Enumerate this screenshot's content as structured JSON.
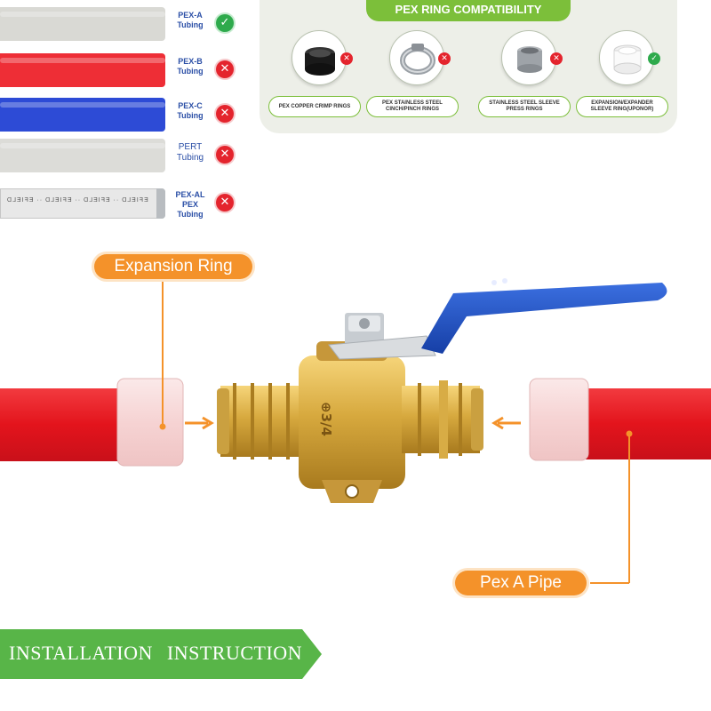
{
  "tubing": [
    {
      "label": "PEX-A Tubing",
      "color": "#d9d9d4",
      "status": "✓",
      "compatible": true
    },
    {
      "label": "PEX-B Tubing",
      "color": "#ee2e36",
      "status": "✕",
      "compatible": false
    },
    {
      "label": "PEX-C Tubing",
      "color": "#2d4bd6",
      "status": "✕",
      "compatible": false
    },
    {
      "label": "PERT Tubing",
      "color": "#dcdcd8",
      "status": "✕",
      "compatible": false
    },
    {
      "label": "PEX-AL PEX Tubing",
      "color": "#e6e6e6",
      "status": "✕",
      "compatible": false
    }
  ],
  "tube_print": "EFIELD ·· EFIELD ·· EFIELD ·· EFIELD",
  "compatibility": {
    "title": "PEX RING COMPATIBILITY",
    "rings": [
      {
        "label": "PEX COPPER CRIMP RINGS",
        "status": "✕",
        "compatible": false
      },
      {
        "label": "PEX STAINLESS STEEL CINCH/PINCH RINGS",
        "status": "✕",
        "compatible": false
      },
      {
        "label": "STAINLESS STEEL SLEEVE PRESS RINGS",
        "status": "✕",
        "compatible": false
      },
      {
        "label": "EXPANSION/EXPANDER SLEEVE RING(UPONOR)",
        "status": "✓",
        "compatible": true
      }
    ],
    "accent": "#7cbf3a"
  },
  "callouts": {
    "expansion_ring": "Expansion Ring",
    "pex_a_pipe": "Pex A Pipe"
  },
  "valve": {
    "body_mark": "⊕3/4",
    "handle_color": "#1f55c9",
    "brass_color": "#d7a93e"
  },
  "banner": {
    "text": "INSTALLATION INSTRUCTION",
    "color": "#58b548"
  },
  "colors": {
    "callout": "#f4922a",
    "pipe_red": "#e8232b",
    "check": "#2eaa4c",
    "cross": "#e4242d"
  }
}
